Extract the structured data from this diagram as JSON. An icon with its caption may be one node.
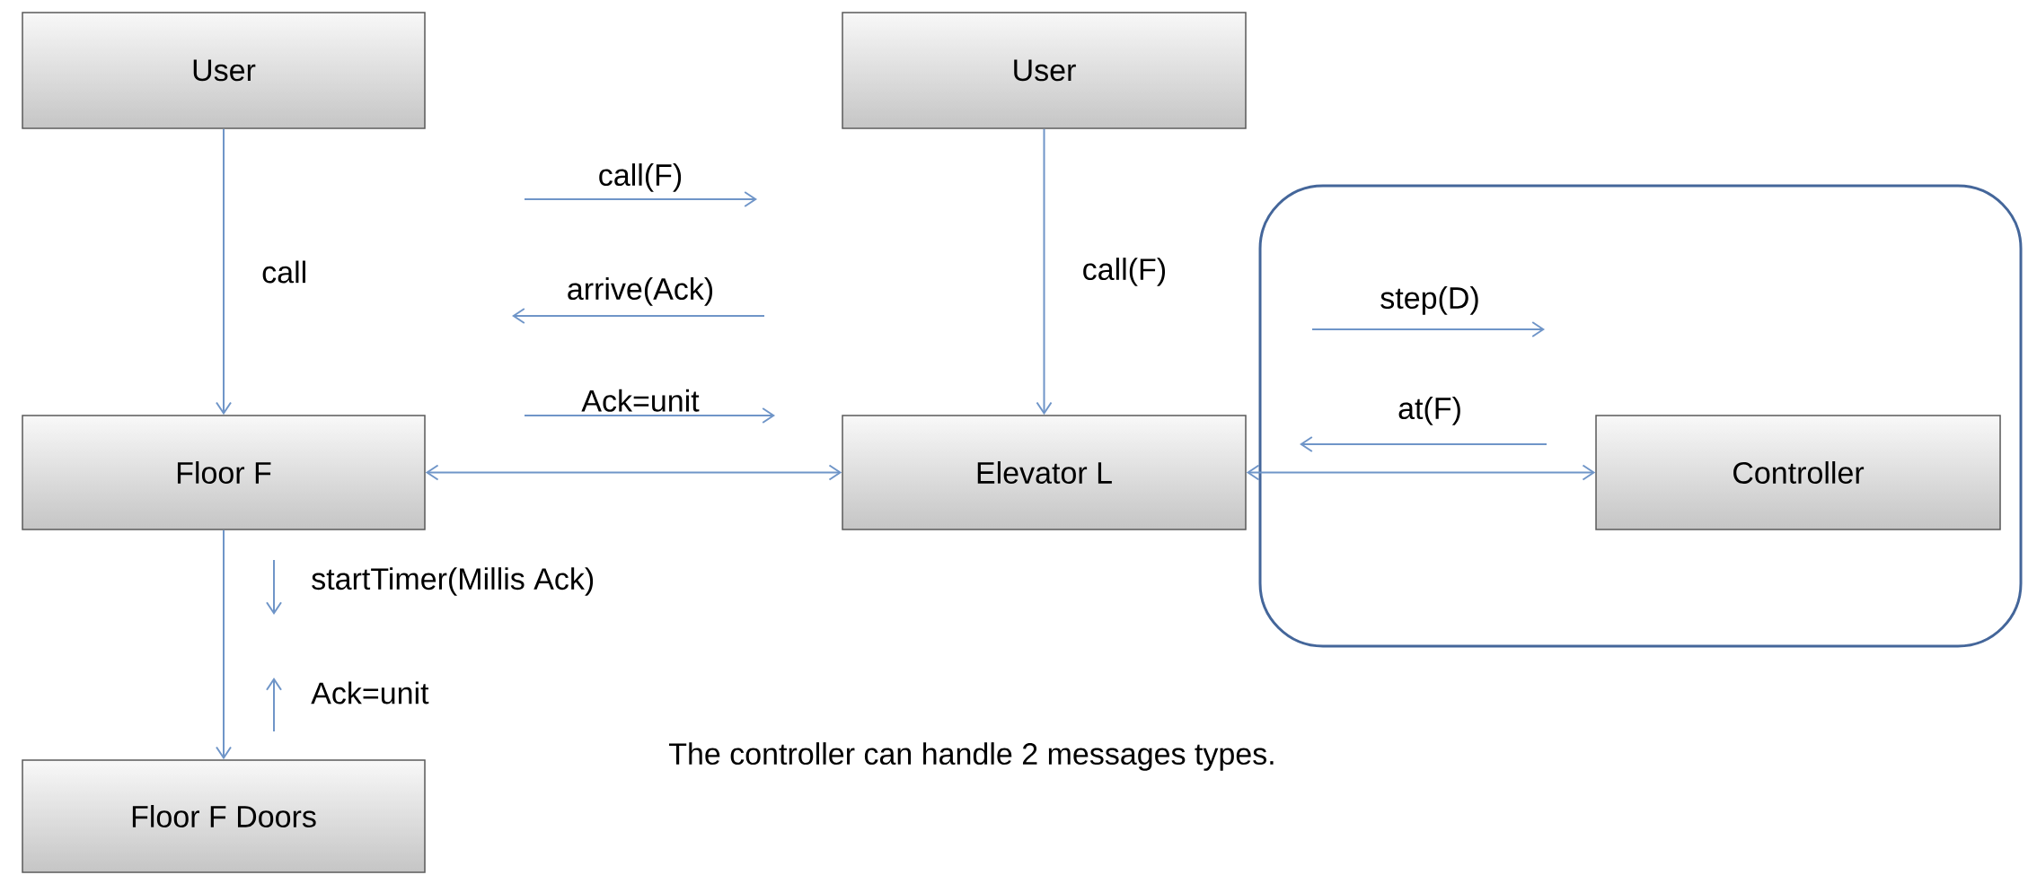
{
  "diagram": {
    "nodes": [
      {
        "text": [
          "User"
        ]
      },
      {
        "text": [
          "User"
        ]
      },
      {
        "text": [
          "Floor F"
        ]
      },
      {
        "text": [
          "Elevator L"
        ]
      },
      {
        "text": [],
        "shape": "box"
      },
      {
        "text": [
          "Controller"
        ],
        "in": 4
      },
      {
        "text": [
          "Floor F Doors"
        ]
      }
    ],
    "edges": [
      {
        "from": 0,
        "to": 2,
        "arrow": "to",
        "label": "call"
      },
      {
        "from": 1,
        "to": 3,
        "arrow": "to",
        "label": "call(F)"
      },
      {
        "from": 2,
        "to": 3,
        "arrow": "both"
      },
      {
        "from": 3,
        "to": 5,
        "arrow": "both"
      },
      {
        "from": 2,
        "to": 6,
        "arrow": "to"
      }
    ],
    "labels": [
      "call(F)",
      "arrive(Ack)",
      "Ack=unit",
      "step(D)",
      "at(F)",
      "startTimer(Millis Ack)",
      "Ack=unit",
      "The controller can handle 2 messages types."
    ]
  }
}
